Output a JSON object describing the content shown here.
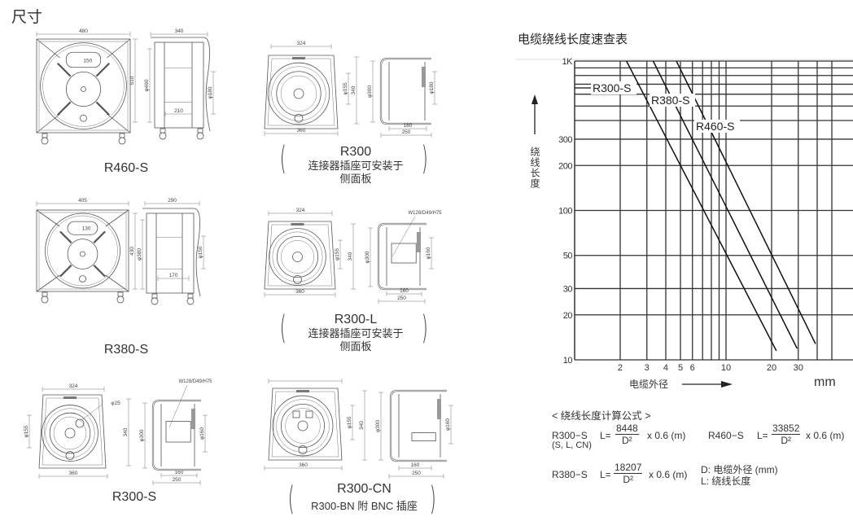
{
  "page": {
    "title": "尺寸"
  },
  "products": [
    {
      "name": "R460-S",
      "note": "",
      "note2": "",
      "dims": [
        "480",
        "510",
        "150",
        "340",
        "φ460",
        "φ180",
        "210"
      ]
    },
    {
      "name": "R300",
      "note": "连接器插座可安装于",
      "note2": "侧面板",
      "dims": [
        "324",
        "360",
        "φ155",
        "340",
        "φ300",
        "φ180",
        "160",
        "250"
      ]
    },
    {
      "name": "R380-S",
      "note": "",
      "note2": "",
      "dims": [
        "405",
        "430",
        "130",
        "290",
        "φ380",
        "φ150",
        "170"
      ]
    },
    {
      "name": "R300-L",
      "note": "连接器插座可安装于",
      "note2": "侧面板",
      "dims": [
        "324",
        "360",
        "φ155",
        "340",
        "φ300",
        "φ160",
        "160",
        "250",
        "W128/D49/H75"
      ]
    },
    {
      "name": "R300-S",
      "note": "",
      "note2": "",
      "dims": [
        "324",
        "360",
        "φ155",
        "340",
        "φ300",
        "φ160",
        "160",
        "250",
        "W128/D49/H75",
        "φ25"
      ]
    },
    {
      "name": "R300-CN",
      "note": "R300-BN 附 BNC 插座",
      "note2": "",
      "dims": [
        "",
        "360",
        "φ155",
        "340",
        "φ300",
        "φ160",
        "160",
        "250"
      ]
    }
  ],
  "chart_data": {
    "type": "line",
    "title": "电缆绕线长度速查表",
    "xlabel": "电缆外径",
    "xunit": "mm",
    "ylabel": "绕线长度",
    "xscale": "log",
    "yscale": "log",
    "xlim": [
      1,
      55
    ],
    "ylim": [
      10,
      1000
    ],
    "x_ticks": [
      2,
      3,
      4,
      5,
      6,
      10,
      20,
      30
    ],
    "x_tick_labels": [
      "2",
      "3",
      "4",
      "5",
      "6",
      "10",
      "20",
      "30"
    ],
    "x_grid": [
      2,
      3,
      4,
      5,
      6,
      7,
      8,
      9,
      10,
      20,
      30,
      40,
      50
    ],
    "y_ticks": [
      1000,
      300,
      200,
      100,
      50,
      30,
      20,
      10
    ],
    "y_tick_labels": [
      "1K",
      "300",
      "200",
      "100",
      "50",
      "30",
      "20",
      "10"
    ],
    "y_grid": [
      10,
      20,
      30,
      50,
      100,
      200,
      300,
      400,
      500,
      600,
      700,
      800,
      900,
      1000
    ],
    "grid": true,
    "series": [
      {
        "name": "R300-S",
        "points": [
          [
            2.2,
            1000
          ],
          [
            21.5,
            11.5
          ]
        ]
      },
      {
        "name": "R380-S",
        "points": [
          [
            3.3,
            1000
          ],
          [
            29.5,
            11.9
          ]
        ]
      },
      {
        "name": "R460-S",
        "points": [
          [
            4.7,
            1000
          ],
          [
            39,
            12.8
          ]
        ]
      }
    ]
  },
  "formulas": {
    "heading": "< 绕线长度计算公式 >",
    "items": [
      {
        "model": "R300−S",
        "sub": "(S, L, CN)",
        "lhs": "L=",
        "numerator": "8448",
        "denominator": "D²",
        "factor": "x 0.6 (m)"
      },
      {
        "model": "R460−S",
        "sub": "",
        "lhs": "L=",
        "numerator": "33852",
        "denominator": "D²",
        "factor": "x 0.6 (m)"
      },
      {
        "model": "R380−S",
        "sub": "",
        "lhs": "L=",
        "numerator": "18207",
        "denominator": "D²",
        "factor": "x 0.6 (m)"
      }
    ],
    "legend_d": "D: 电缆外径 (mm)",
    "legend_l": "L: 绕线长度"
  }
}
